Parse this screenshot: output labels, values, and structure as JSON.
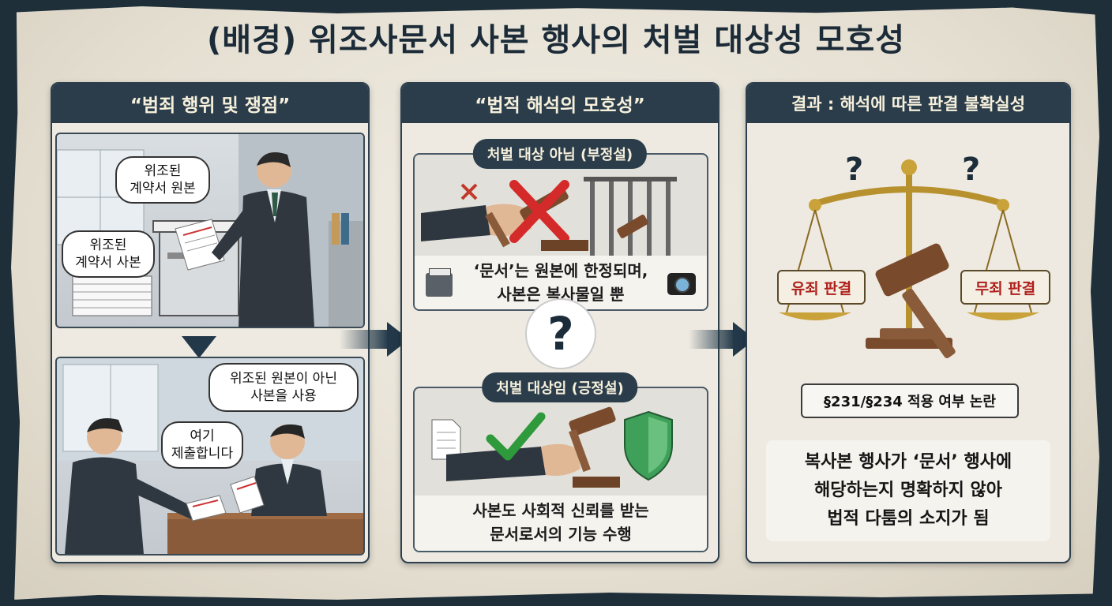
{
  "title": "(배경) 위조사문서 사본 행사의 처벌 대상성 모호성",
  "panels": {
    "left": {
      "header": "“범죄 행위 및 쟁점”",
      "scene1": {
        "bubble_original": "위조된\n계약서 원본",
        "bubble_copy": "위조된\n계약서 사본"
      },
      "scene2": {
        "bubble_use": "위조된 원본이 아닌\n사본을 사용",
        "bubble_submit": "여기\n제출합니다"
      }
    },
    "middle": {
      "header": "“법적 해석의 모호성”",
      "negative": {
        "title": "처벌 대상 아님 (부정설)",
        "caption": "‘문서’는 원본에 한정되며,\n사본은 복사물일 뿐"
      },
      "center_mark": "?",
      "positive": {
        "title": "처벌 대상임 (긍정설)",
        "caption": "사본도 사회적 신뢰를 받는\n문서로서의 기능 수행"
      }
    },
    "right": {
      "header": "결과 : 해석에 따른 판결 불확실성",
      "question_marks": [
        "?",
        "?"
      ],
      "verdict_left": "유죄 판결",
      "verdict_right": "무죄 판결",
      "law_ref": "§231/§234 적용 여부 논란",
      "conclusion": "복사본 행사가 ‘문서’ 행사에\n해당하는지 명확하지 않아\n법적 다툼의 소지가 됨"
    }
  },
  "colors": {
    "header_bg": "#2b3d4b",
    "accent_red": "#b0201c",
    "accent_green": "#2e9a3b",
    "gold": "#b8912f"
  }
}
